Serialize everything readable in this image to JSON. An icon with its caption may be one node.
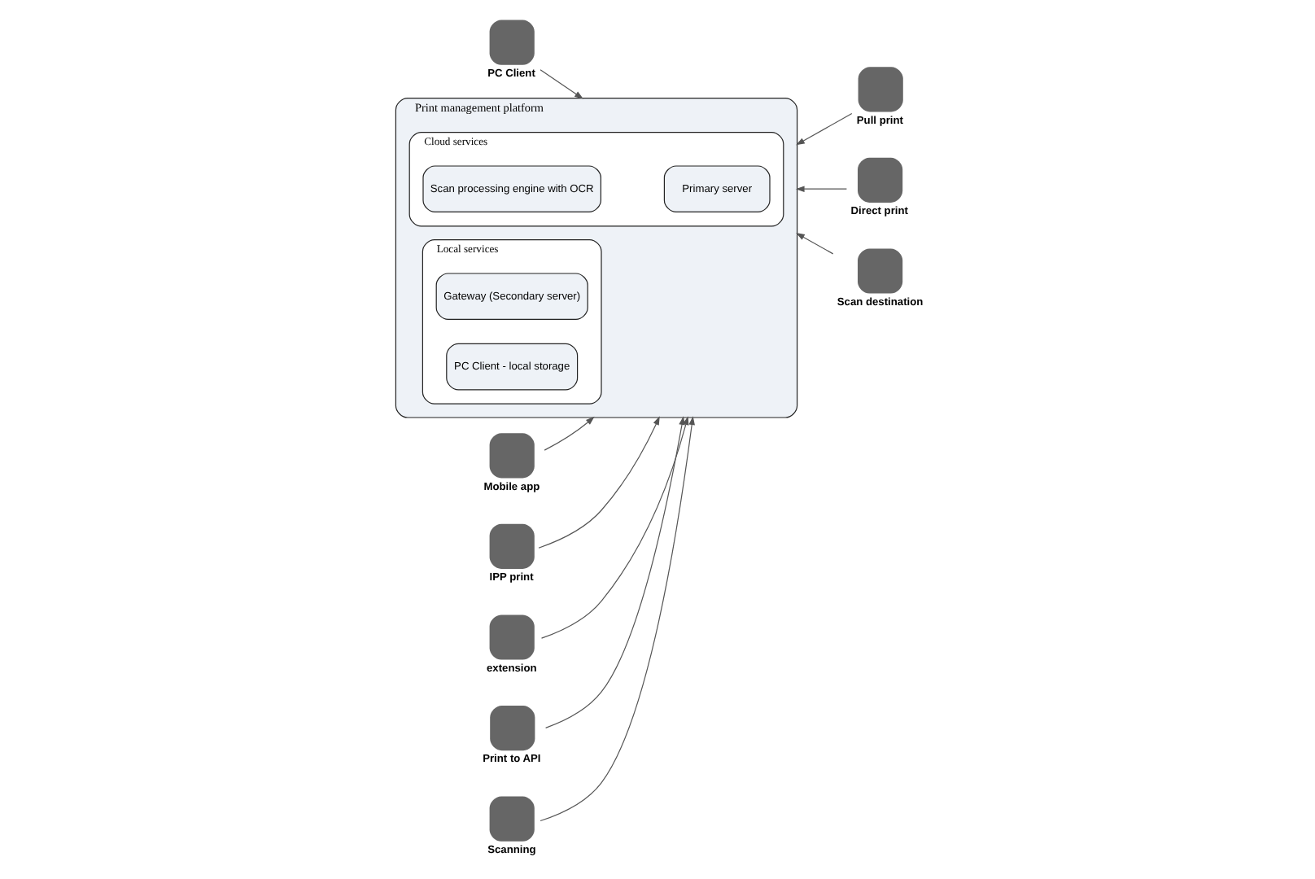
{
  "diagram": {
    "nodes": [
      {
        "text": [
          "PC Client"
        ]
      },
      {
        "text": [
          "Mobile app"
        ]
      },
      {
        "text": [
          "IPP print"
        ]
      },
      {
        "text": [
          "extension"
        ]
      },
      {
        "text": [
          "Print to API"
        ]
      },
      {
        "text": [
          "Scanning"
        ]
      },
      {
        "text": [
          "Print management platform"
        ]
      },
      {
        "text": [
          "Cloud services"
        ],
        "in": 6
      },
      {
        "text": [
          "Primary server"
        ],
        "in": 7
      },
      {
        "text": [
          "Scan processing engine with OCR"
        ],
        "in": 7
      },
      {
        "text": [
          "Local services"
        ],
        "in": 6
      },
      {
        "text": [
          "Gateway (Secondary server)"
        ],
        "in": 10
      },
      {
        "text": [
          "PC Client - local storage"
        ],
        "in": 10
      },
      {
        "text": [
          "Pull print"
        ]
      },
      {
        "text": [
          "Direct print"
        ]
      },
      {
        "text": [
          "Scan destination"
        ]
      }
    ],
    "edges": [
      {
        "from": 0,
        "to": 6,
        "arrow": "to"
      },
      {
        "from": 1,
        "to": 6,
        "arrow": "to"
      },
      {
        "from": 2,
        "to": 6,
        "arrow": "to"
      },
      {
        "from": 3,
        "to": 6,
        "arrow": "to"
      },
      {
        "from": 4,
        "to": 6,
        "arrow": "to"
      },
      {
        "from": 5,
        "to": 6,
        "arrow": "to"
      },
      {
        "from": 13,
        "to": 6,
        "arrow": "to"
      },
      {
        "from": 14,
        "to": 6,
        "arrow": "to"
      },
      {
        "from": 15,
        "to": 6,
        "arrow": "to"
      }
    ]
  }
}
